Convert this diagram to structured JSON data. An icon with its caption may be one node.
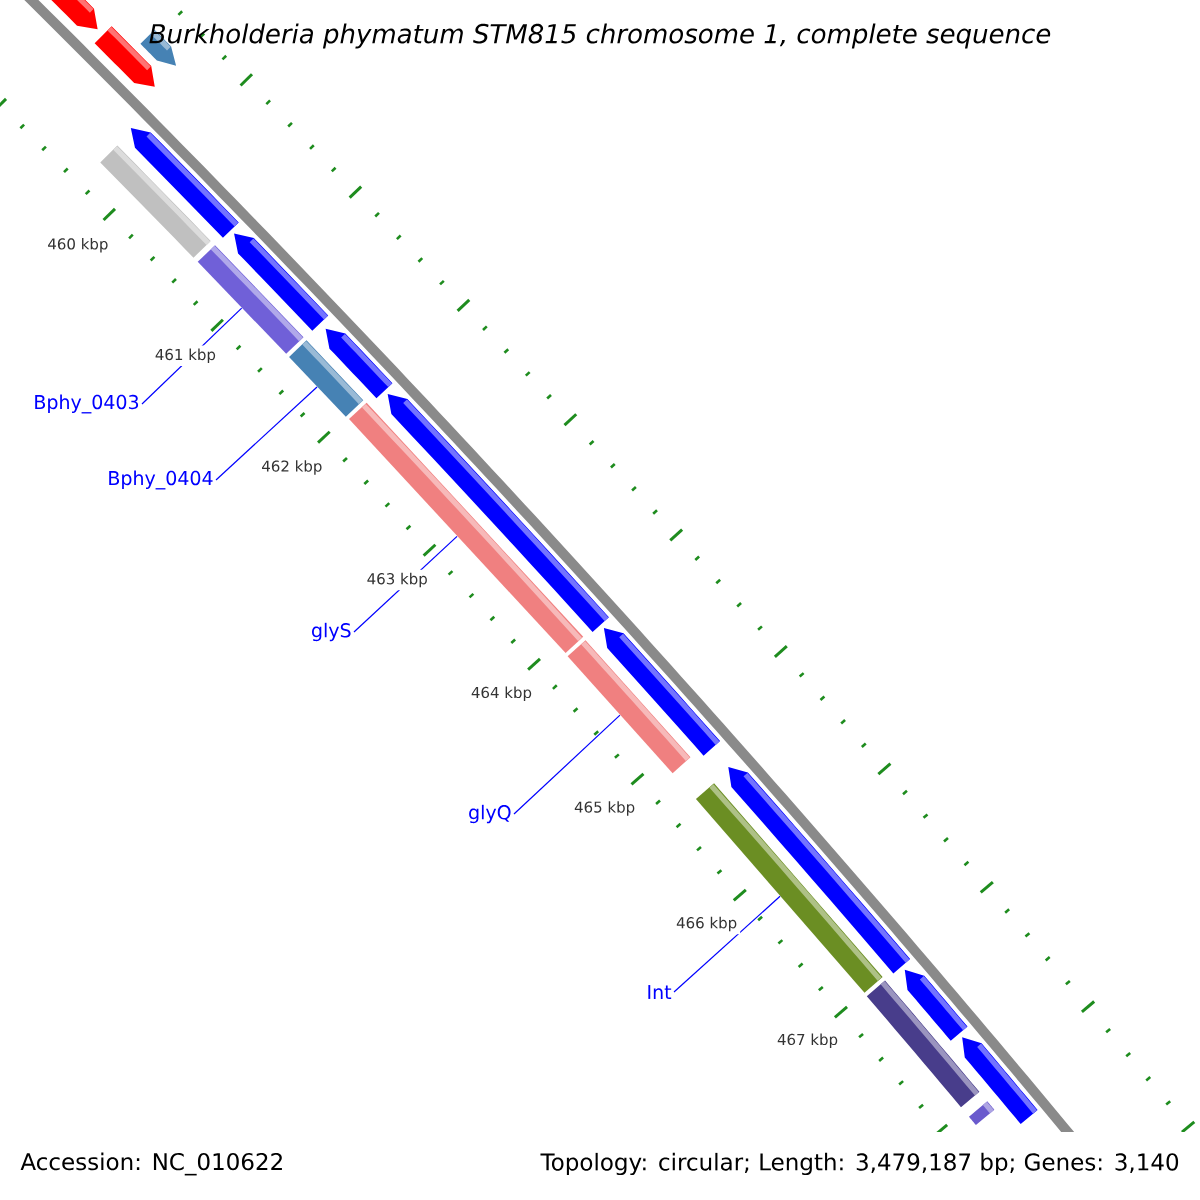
{
  "diagram": {
    "title": "Burkholderia phymatum STM815 chromosome 1, complete sequence",
    "nodes": [
      {
        "text": [
          "Bphy_0403"
        ]
      },
      {
        "text": [],
        "shape": "bar"
      },
      {
        "text": [
          "Bphy_0404"
        ]
      },
      {
        "text": [],
        "shape": "bar"
      },
      {
        "text": [
          "glyS"
        ]
      },
      {
        "text": [],
        "shape": "bar"
      },
      {
        "text": [
          "glyQ"
        ]
      },
      {
        "text": [],
        "shape": "bar"
      },
      {
        "text": [
          "Int"
        ]
      },
      {
        "text": [],
        "shape": "bar"
      },
      {
        "text": [],
        "shape": "pentagon"
      },
      {
        "text": [],
        "shape": "pentagon"
      },
      {
        "text": [],
        "shape": "pentagon"
      },
      {
        "text": [],
        "shape": "pentagon"
      },
      {
        "text": [],
        "shape": "bar"
      },
      {
        "text": [],
        "shape": "pentagon"
      },
      {
        "text": [],
        "shape": "pentagon"
      },
      {
        "text": [],
        "shape": "pentagon"
      },
      {
        "text": [],
        "shape": "pentagon"
      },
      {
        "text": [],
        "shape": "pentagon"
      },
      {
        "text": [],
        "shape": "pentagon"
      },
      {
        "text": [],
        "shape": "bar"
      },
      {
        "text": [],
        "shape": "pentagon"
      },
      {
        "text": [],
        "shape": "bar"
      }
    ],
    "edges": [
      {
        "from": 0,
        "to": 1,
        "arrow": "none"
      },
      {
        "from": 2,
        "to": 3,
        "arrow": "none"
      },
      {
        "from": 4,
        "to": 5,
        "arrow": "none"
      },
      {
        "from": 6,
        "to": 7,
        "arrow": "none"
      },
      {
        "from": 8,
        "to": 9,
        "arrow": "none"
      }
    ],
    "labels": [
      "460 kbp",
      "461 kbp",
      "462 kbp",
      "463 kbp",
      "464 kbp",
      "465 kbp",
      "466 kbp",
      "467 kbp",
      "Accession: NC_010622",
      "Topology: circular; Length: 3,479,187 bp; Genes: 3,140"
    ]
  }
}
